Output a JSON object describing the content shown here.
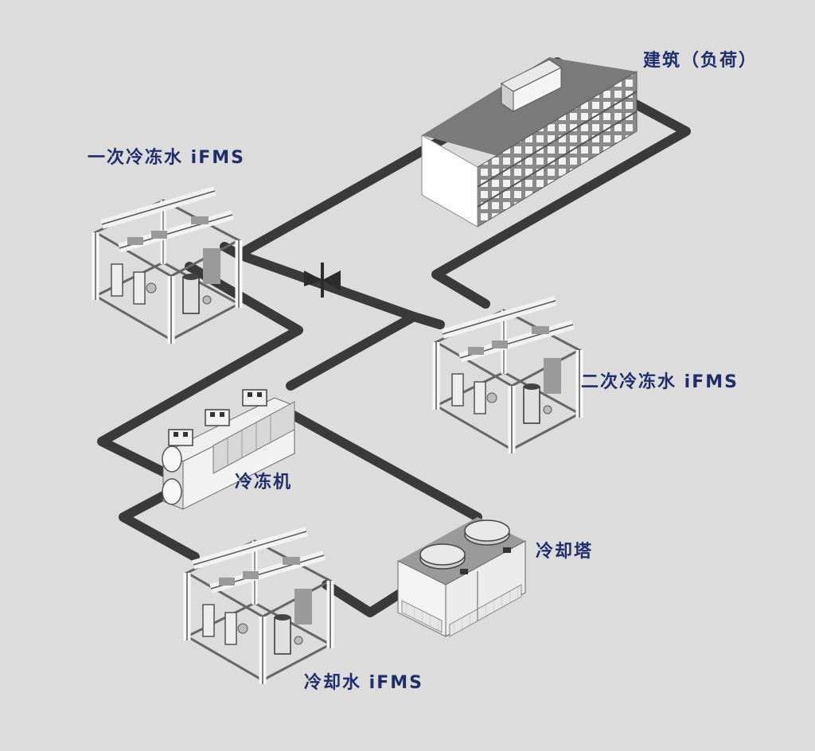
{
  "labels": {
    "building": "建筑（负荷）",
    "primary_ifms": "一次冷冻水 iFMS",
    "secondary_ifms": "二次冷冻水 iFMS",
    "chiller": "冷冻机",
    "cooling_tower": "冷却塔",
    "condenser_ifms": "冷却水 iFMS"
  },
  "colors": {
    "background": "#dcdcdc",
    "label_text": "#1f2d6b",
    "pipe": "#3a3a3a",
    "equipment_frame": "#f4f4f4",
    "equipment_outline": "#555555"
  },
  "icons": {
    "valve": "butterfly-valve-icon",
    "pump": "pump-motor-icon"
  }
}
